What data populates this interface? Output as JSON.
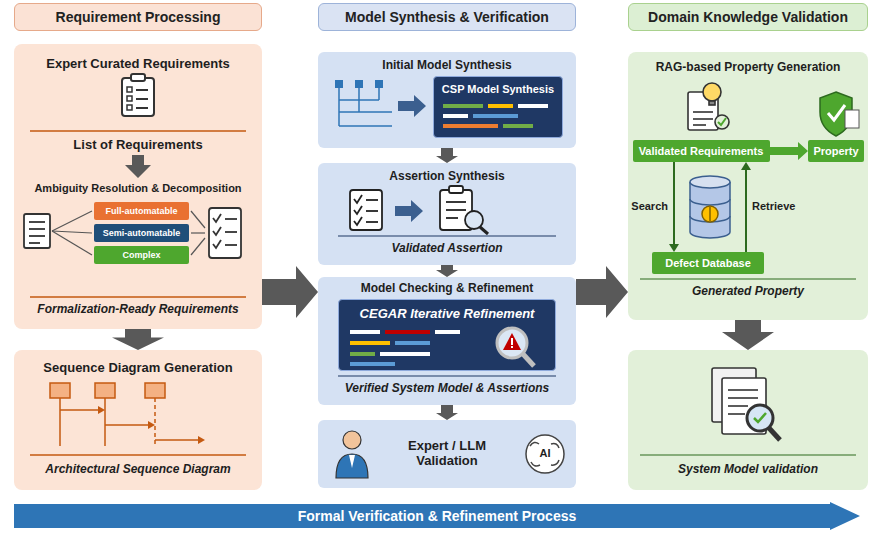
{
  "diagram": {
    "nodes": [
      {
        "text": [
          "Requirement Processing"
        ]
      },
      {
        "text": [
          "Model Synthesis & Verification"
        ]
      },
      {
        "text": [
          "Domain Knowledge Validation"
        ]
      },
      {
        "text": [
          "Expert Curated Requirements",
          "List of Requirements",
          "Ambiguity Resolution & Decomposition",
          "Formalization-Ready Requirements"
        ]
      },
      {
        "text": [
          "Full-automatable"
        ],
        "in": 3
      },
      {
        "text": [
          "Semi-automatable"
        ],
        "in": 3
      },
      {
        "text": [
          "Complex"
        ],
        "in": 3
      },
      {
        "text": [
          "Sequence Diagram Generation",
          "Architectural Sequence Diagram"
        ]
      },
      {
        "text": [
          "Initial Model Synthesis"
        ]
      },
      {
        "text": [
          "CSP Model Synthesis"
        ],
        "in": 8
      },
      {
        "text": [
          "Assertion Synthesis",
          "Validated Assertion"
        ]
      },
      {
        "text": [
          "Model Checking & Refinement",
          "Verified System Model & Assertions"
        ]
      },
      {
        "text": [
          "CEGAR Iterative Refinement"
        ],
        "in": 11
      },
      {
        "text": [
          "Expert / LLM Validation"
        ]
      },
      {
        "text": [
          "RAG-based Property Generation",
          "Generated Property"
        ]
      },
      {
        "text": [
          "Validated Requirements"
        ],
        "in": 14
      },
      {
        "text": [
          "Defect Database"
        ],
        "in": 14
      },
      {
        "text": [
          "Property"
        ],
        "in": 14
      },
      {
        "text": [
          "System Model validation"
        ]
      },
      {
        "text": [
          "Formal Verification & Refinement Process"
        ]
      }
    ],
    "edges": [
      {
        "from": 3,
        "to": 7,
        "arrow": "to"
      },
      {
        "from": 3,
        "to": 11,
        "arrow": "to"
      },
      {
        "from": 8,
        "to": 10,
        "arrow": "to"
      },
      {
        "from": 10,
        "to": 11,
        "arrow": "to"
      },
      {
        "from": 11,
        "to": 13,
        "arrow": "to"
      },
      {
        "from": 11,
        "to": 14,
        "arrow": "to"
      },
      {
        "from": 14,
        "to": 18,
        "arrow": "to"
      },
      {
        "from": 15,
        "to": 16,
        "label": "Search",
        "arrow": "to"
      },
      {
        "from": 16,
        "to": 15,
        "label": "Retrieve",
        "arrow": "to"
      },
      {
        "from": 15,
        "to": 17,
        "arrow": "to"
      }
    ],
    "labels": [
      "AI"
    ]
  }
}
